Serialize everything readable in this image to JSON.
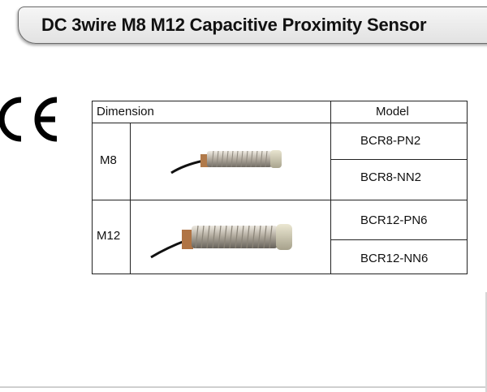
{
  "header": {
    "title": "DC 3wire M8 M12 Capacitive Proximity Sensor"
  },
  "certification": {
    "mark": "CE",
    "icon": "ce-mark-icon"
  },
  "table": {
    "headers": {
      "dimension": "Dimension",
      "model": "Model"
    },
    "rows": [
      {
        "size": "M8",
        "models": [
          "BCR8-PN2",
          "BCR8-NN2"
        ],
        "image": "m8-sensor-image"
      },
      {
        "size": "M12",
        "models": [
          "BCR12-PN6",
          "BCR12-NN6"
        ],
        "image": "m12-sensor-image"
      }
    ]
  }
}
